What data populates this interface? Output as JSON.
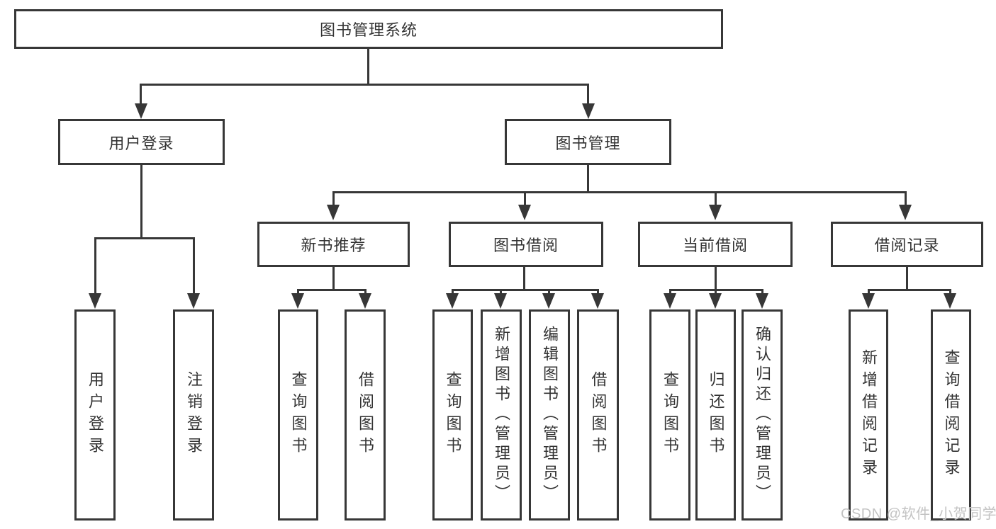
{
  "root": {
    "label": "图书管理系统"
  },
  "level2": [
    {
      "label": "用户登录"
    },
    {
      "label": "图书管理"
    }
  ],
  "level3": [
    {
      "label": "新书推荐"
    },
    {
      "label": "图书借阅"
    },
    {
      "label": "当前借阅"
    },
    {
      "label": "借阅记录"
    }
  ],
  "leaves": [
    {
      "label": "用户登录"
    },
    {
      "label": "注销登录"
    },
    {
      "label": "查询图书"
    },
    {
      "label": "借阅图书"
    },
    {
      "label": "查询图书"
    },
    {
      "label": "新增图书（管理员）"
    },
    {
      "label": "编辑图书（管理员）"
    },
    {
      "label": "借阅图书"
    },
    {
      "label": "查询图书"
    },
    {
      "label": "归还图书"
    },
    {
      "label": "确认归还（管理员）"
    },
    {
      "label": "新增借阅记录"
    },
    {
      "label": "查询借阅记录"
    }
  ],
  "watermark": "CSDN @软件_小贺同学",
  "colors": {
    "line": "#373737",
    "text": "#333333",
    "watermark": "#c3c3c3",
    "background": "#ffffff"
  }
}
